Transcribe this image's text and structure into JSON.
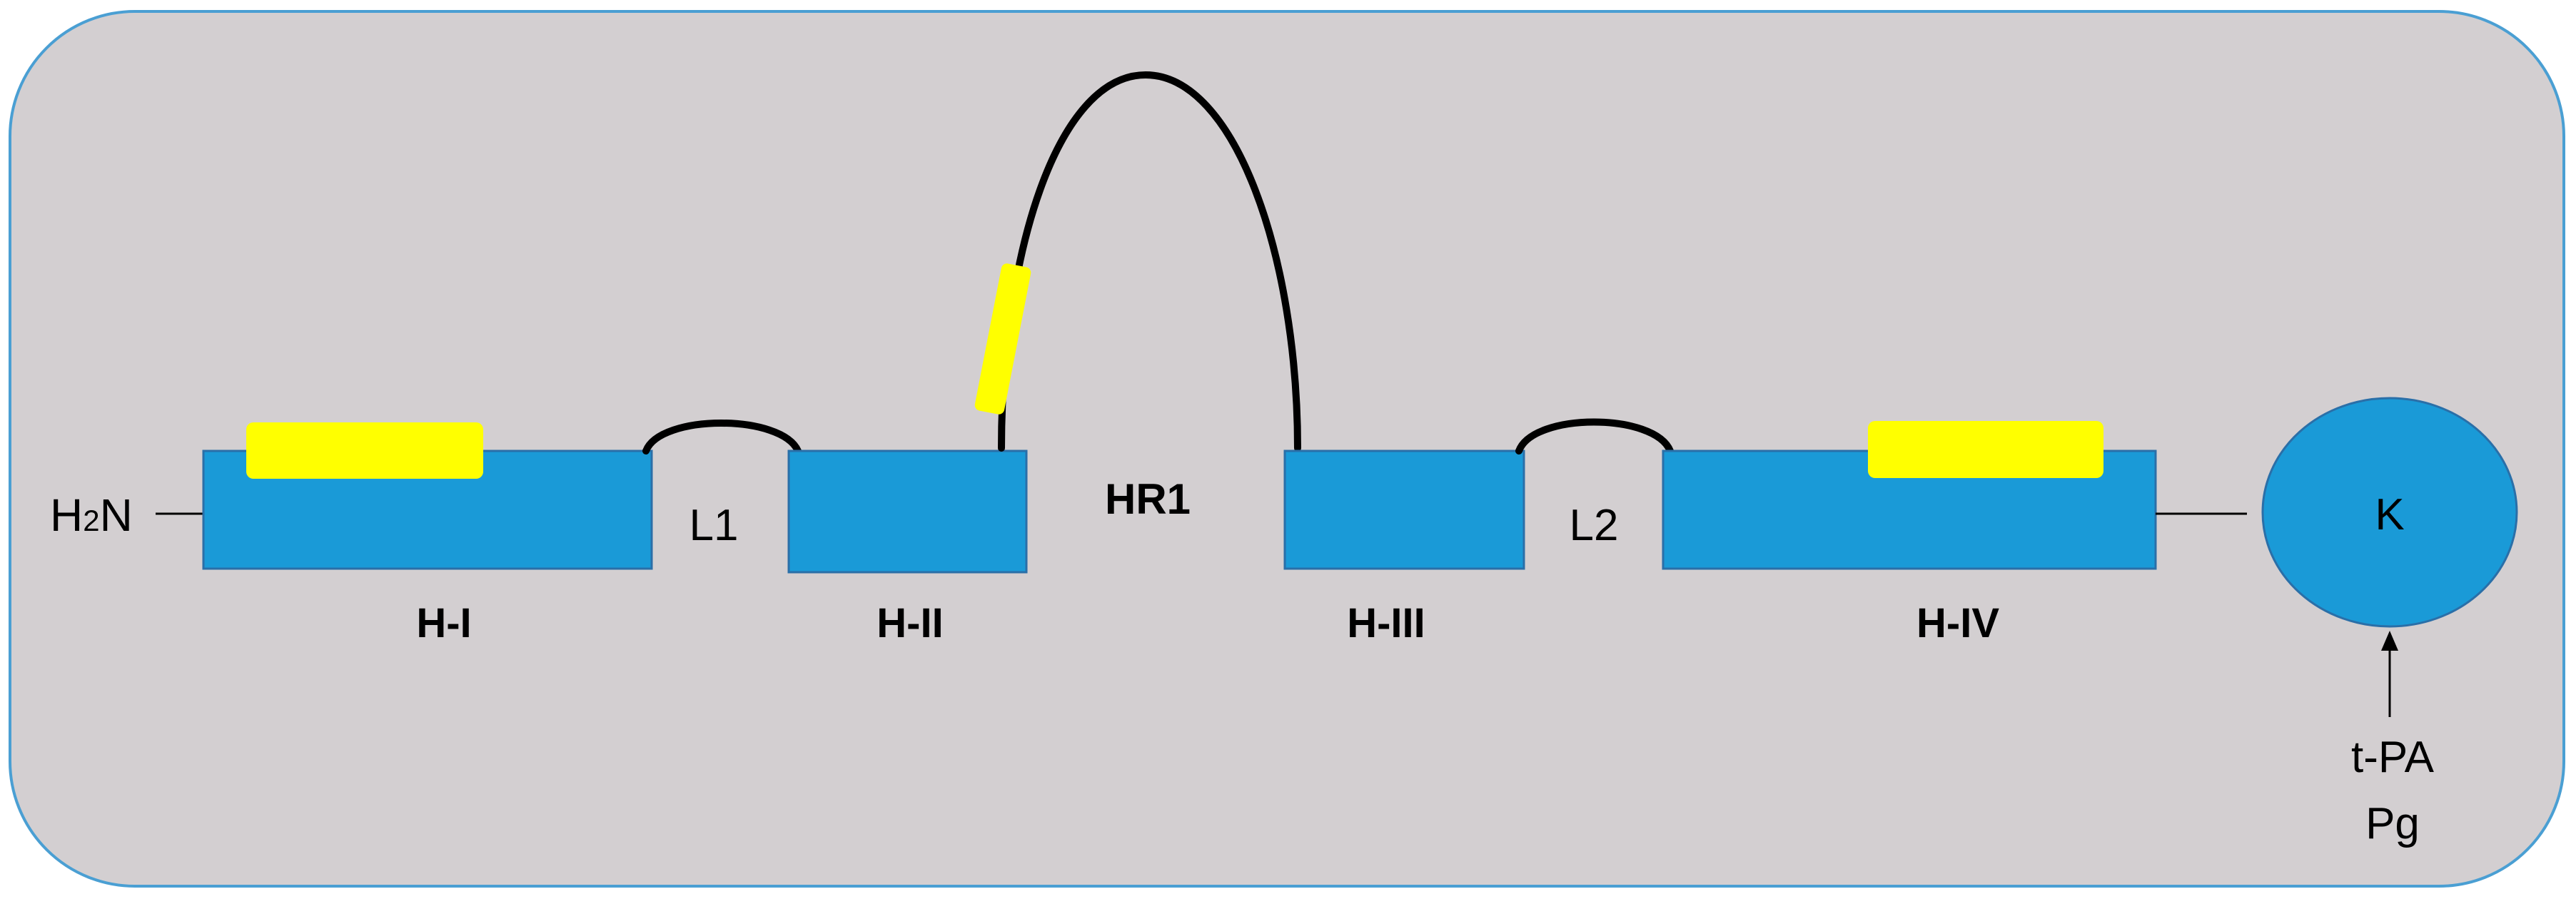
{
  "colors": {
    "panel_fill": "#d3cfd1",
    "panel_border": "#4a9fd3",
    "domain_fill": "#1a9ad7",
    "domain_border": "#2a6fa8",
    "highlight": "#ffff00",
    "line": "#000000"
  },
  "terminus": {
    "label": "H",
    "subscript": "2",
    "suffix": "N"
  },
  "domains": [
    {
      "label": "H-I"
    },
    {
      "label": "H-II"
    },
    {
      "label": "H-III"
    },
    {
      "label": "H-IV"
    }
  ],
  "loops": {
    "l1": "L1",
    "hr1": "HR1",
    "l2": "L2"
  },
  "kringle": {
    "label": "K"
  },
  "ligands": [
    "t-PA",
    "Pg"
  ]
}
